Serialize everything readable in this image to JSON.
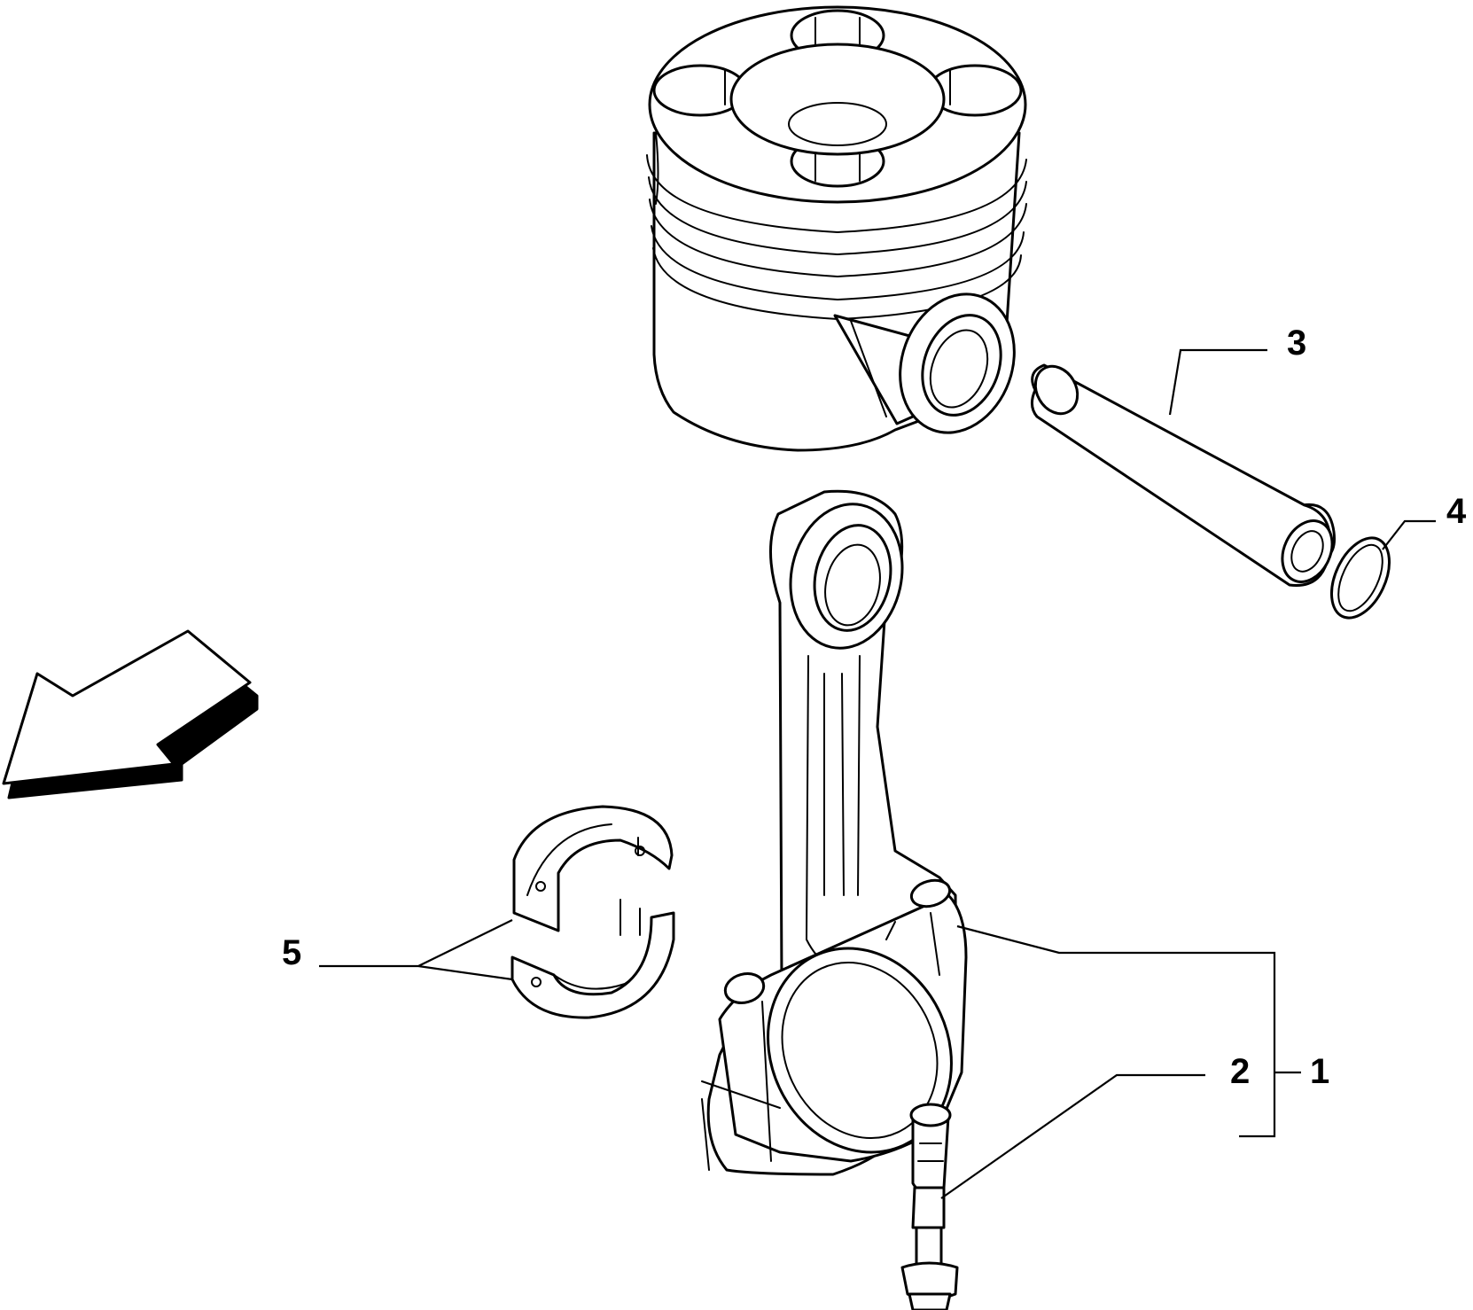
{
  "callouts": [
    {
      "id": "1",
      "label": "1"
    },
    {
      "id": "2",
      "label": "2"
    },
    {
      "id": "3",
      "label": "3"
    },
    {
      "id": "4",
      "label": "4"
    },
    {
      "id": "5",
      "label": "5"
    }
  ],
  "colors": {
    "line": "#000000",
    "background": "#ffffff"
  },
  "icons": {
    "orientation_arrow": "arrow-down-left-icon"
  }
}
